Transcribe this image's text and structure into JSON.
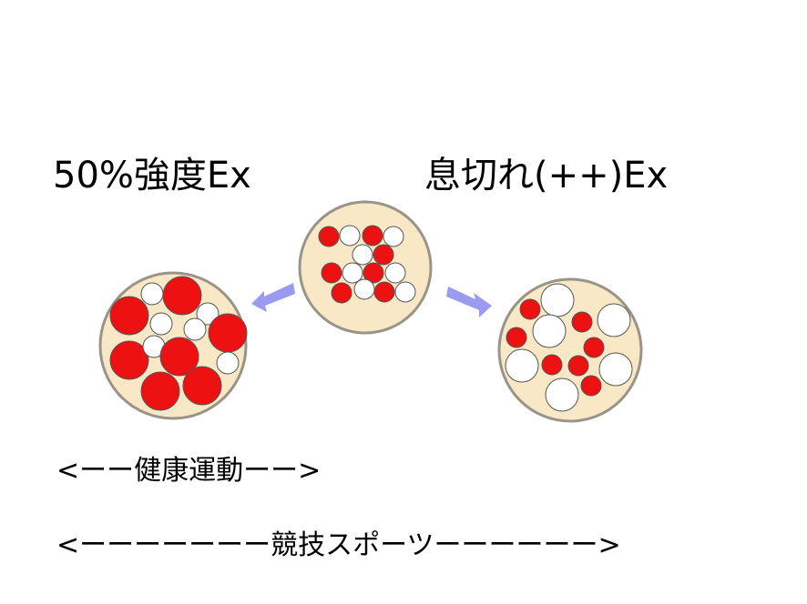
{
  "labels": {
    "left_title": "50%強度Ex",
    "right_title": "息切れ(++)Ex",
    "health_range": "<ーー健康運動ーー>",
    "sports_range": "<ーーーーーーー競技スポーツーーーーーー>"
  },
  "colors": {
    "circle_fill": "#f8e8c6",
    "circle_stroke": "#9a9488",
    "red_fiber": "#ee1111",
    "white_fiber": "#ffffff",
    "arrow": "#8f8ff0"
  }
}
